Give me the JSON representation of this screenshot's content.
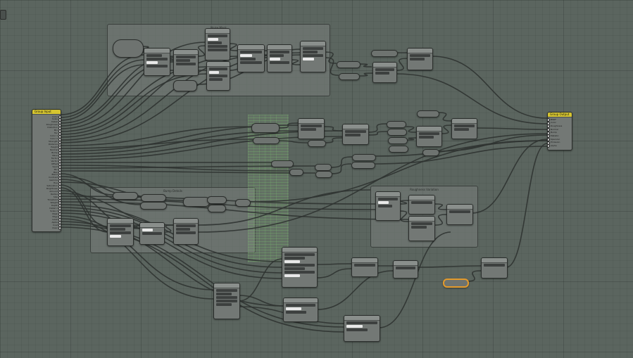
{
  "app": {
    "type": "node-editor",
    "frames": [
      {
        "id": "f1",
        "label": "Noise Mask"
      },
      {
        "id": "f2",
        "label": "Bump Details"
      },
      {
        "id": "f3",
        "label": "Roughness Variation"
      }
    ],
    "input_node": {
      "title": "Group Input",
      "sockets": [
        "Color",
        "Scale",
        "Detail",
        "Roughness",
        "Distortion",
        "Mix",
        "Fac",
        "Color 1",
        "Color 2",
        "Strength",
        "Distance",
        "Height",
        "Normal",
        "Bump",
        "Value",
        "Factor",
        "Vector",
        "Offset",
        "Seed",
        "Min",
        "Max",
        "Blend",
        "Contrast",
        "Gamma",
        "Hue",
        "Saturation",
        "Brightness",
        "Amount",
        "Radius",
        "Size",
        "Threshold",
        "Weight",
        "Depth",
        "Detail 2",
        "Scale 2",
        "Mask",
        "Edge",
        "Level",
        "Alpha",
        "Coat",
        "Clear"
      ]
    },
    "output_node": {
      "title": "Group Output",
      "sockets": [
        "BSDF",
        "Color",
        "Roughness",
        "Normal",
        "Bump",
        "Metallic",
        "Specular",
        "Emission",
        "Alpha"
      ]
    },
    "colors": {
      "background": "#5b655f",
      "node": "#737875",
      "header_group": "#d6c530",
      "wire": "#2f3331",
      "selected": "#e39a2c"
    }
  }
}
